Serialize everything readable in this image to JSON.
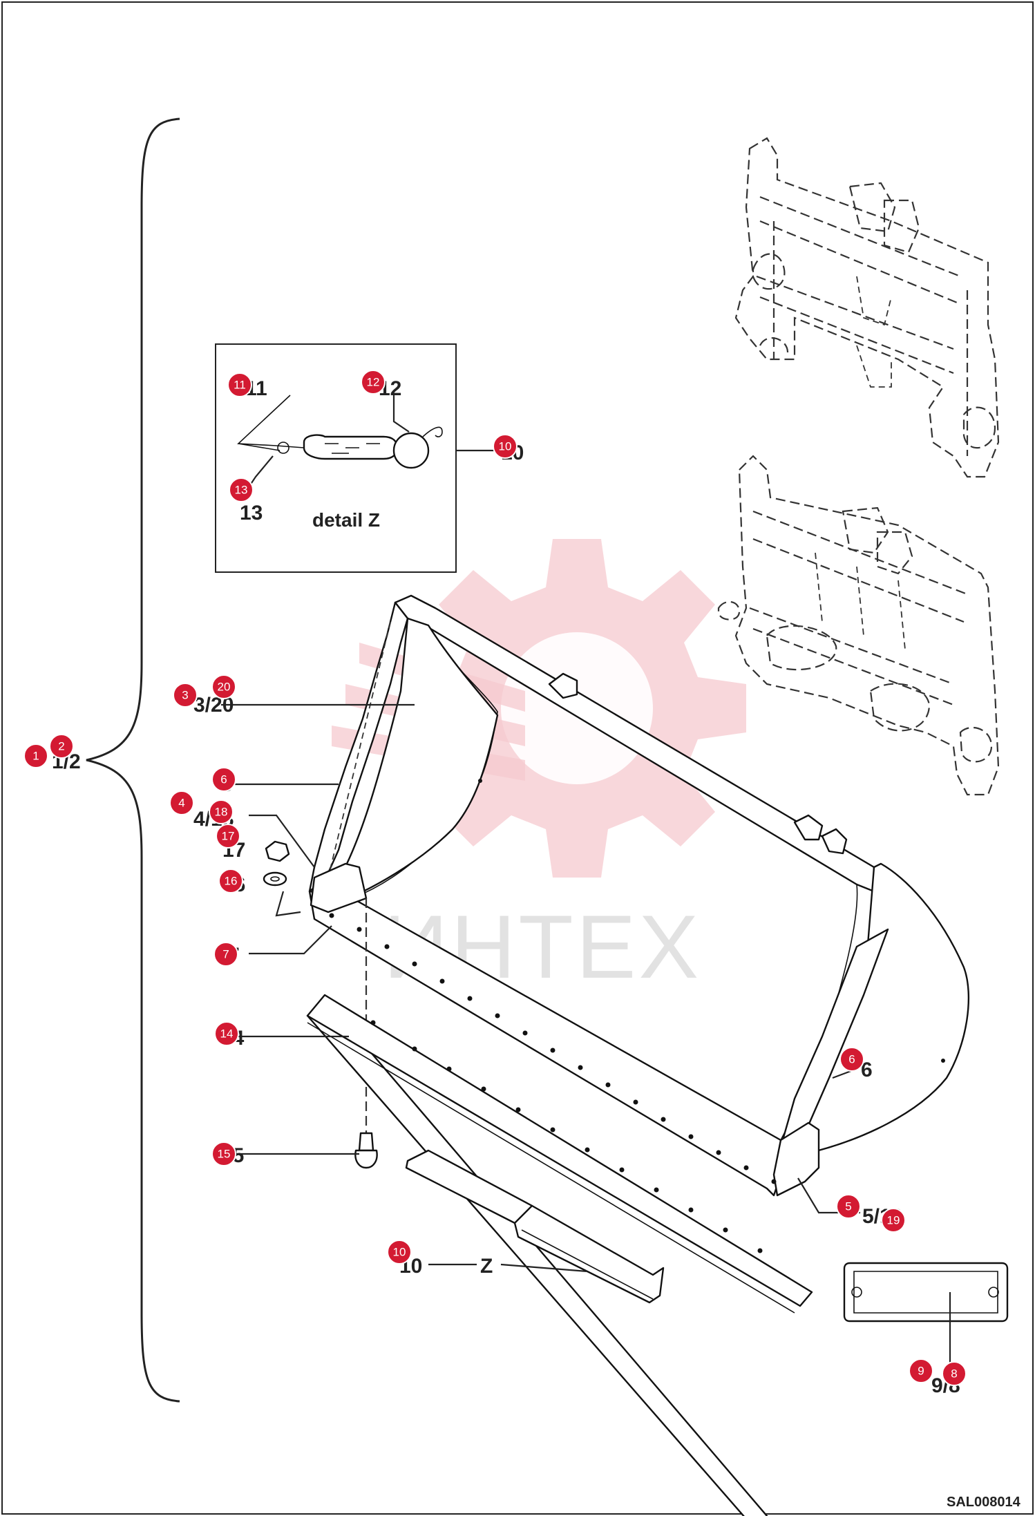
{
  "drawing_code": "SAL008014",
  "detail_title": "detail Z",
  "detail_reference": "Z",
  "watermark": "ИНТЕХ",
  "colors": {
    "callout": "#d31a32",
    "watermark_gear": "#f6c9cf",
    "watermark_text": "#e2e2e2",
    "line": "#111111"
  },
  "callouts": [
    "1",
    "2",
    "3",
    "20",
    "6",
    "4",
    "18",
    "17",
    "16",
    "7",
    "14",
    "15",
    "10",
    "11",
    "12",
    "13",
    "10",
    "6",
    "5",
    "19",
    "9",
    "8"
  ],
  "part_labels": {
    "set": "1/2",
    "bucket_body": "3/20",
    "side_wear_plate_left": "6",
    "bolt_set": "4/18",
    "nut": "17",
    "washer": "16",
    "base_edge": "7",
    "cutting_edge": "14",
    "plow_bolt": "15",
    "edge_protector": "10",
    "wire_clip": "11",
    "spring_hook": "12",
    "rubber_strap": "13",
    "side_wear_plate_right": "6",
    "side_cutter": "5/19",
    "nameplate": "9/8"
  }
}
